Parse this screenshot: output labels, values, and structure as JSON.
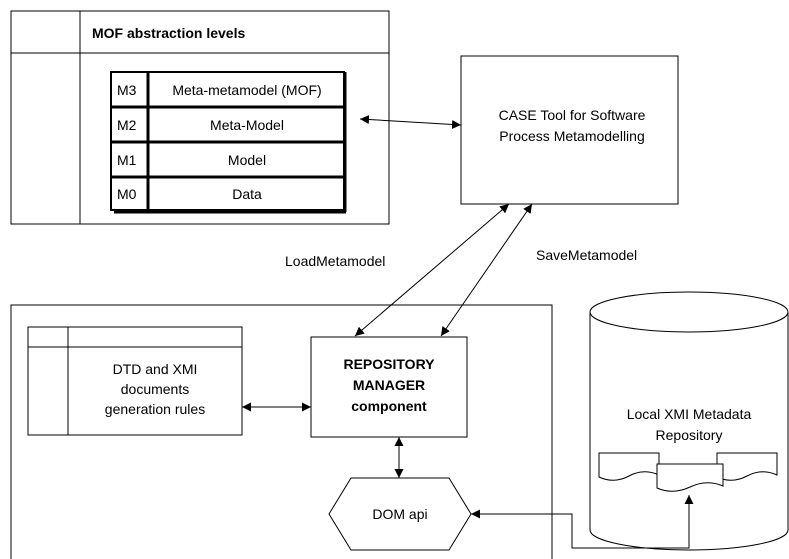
{
  "mof": {
    "title": "MOF abstraction levels",
    "levels": [
      {
        "code": "M3",
        "name": "Meta-metamodel (MOF)"
      },
      {
        "code": "M2",
        "name": "Meta-Model"
      },
      {
        "code": "M1",
        "name": "Model"
      },
      {
        "code": "M0",
        "name": "Data"
      }
    ]
  },
  "case_tool": {
    "line1": "CASE Tool for Software",
    "line2": "Process Metamodelling"
  },
  "arrows": {
    "load": "LoadMetamodel",
    "save": "SaveMetamodel"
  },
  "rules": {
    "line1": "DTD and  XMI",
    "line2": "documents",
    "line3": "generation rules"
  },
  "repo_manager": {
    "line1": "REPOSITORY",
    "line2": "MANAGER",
    "line3": "component"
  },
  "dom": {
    "label": "DOM api"
  },
  "local_repo": {
    "line1": "Local XMI Metadata",
    "line2": "Repository"
  }
}
